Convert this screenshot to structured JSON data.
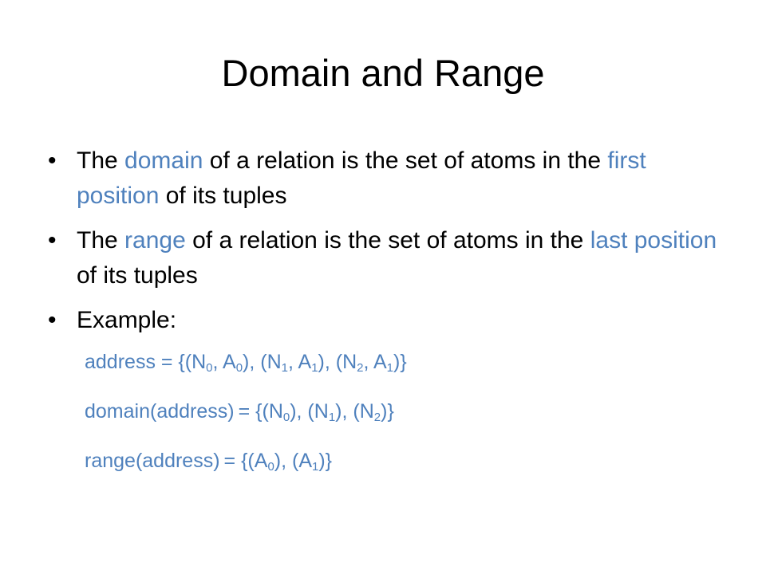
{
  "slide": {
    "title": "Domain and Range",
    "bullets": [
      {
        "mark": "•",
        "parts": [
          "The ",
          "domain",
          " of a relation is the set of atoms in the ",
          "first position",
          " of its tuples"
        ]
      },
      {
        "mark": "•",
        "parts": [
          "The ",
          "range",
          " of a relation is the set of atoms in the ",
          "last position",
          " of its tuples"
        ]
      },
      {
        "mark": "•",
        "text": "Example:"
      }
    ],
    "example": {
      "line1": {
        "prefix": "address = {(N",
        "s1": "0",
        "t1": ", A",
        "s2": "0",
        "t2": "), (N",
        "s3": "1",
        "t3": ", A",
        "s4": "1",
        "t4": "), (N",
        "s5": "2",
        "t5": ", A",
        "s6": "1",
        "t6": ")}"
      },
      "line2": {
        "prefix": "domain(address)",
        "t0": "= {(N",
        "s1": "0",
        "t1": "), (N",
        "s2": "1",
        "t2": "), (N",
        "s3": "2",
        "t3": ")}"
      },
      "line3": {
        "prefix": "range(address)",
        "t0": "= {(A",
        "s1": "0",
        "t1": "), (A",
        "s2": "1",
        "t2": ")}"
      }
    },
    "colors": {
      "accent": "#4F81BD",
      "text": "#000000",
      "background": "#FFFFFF"
    }
  }
}
